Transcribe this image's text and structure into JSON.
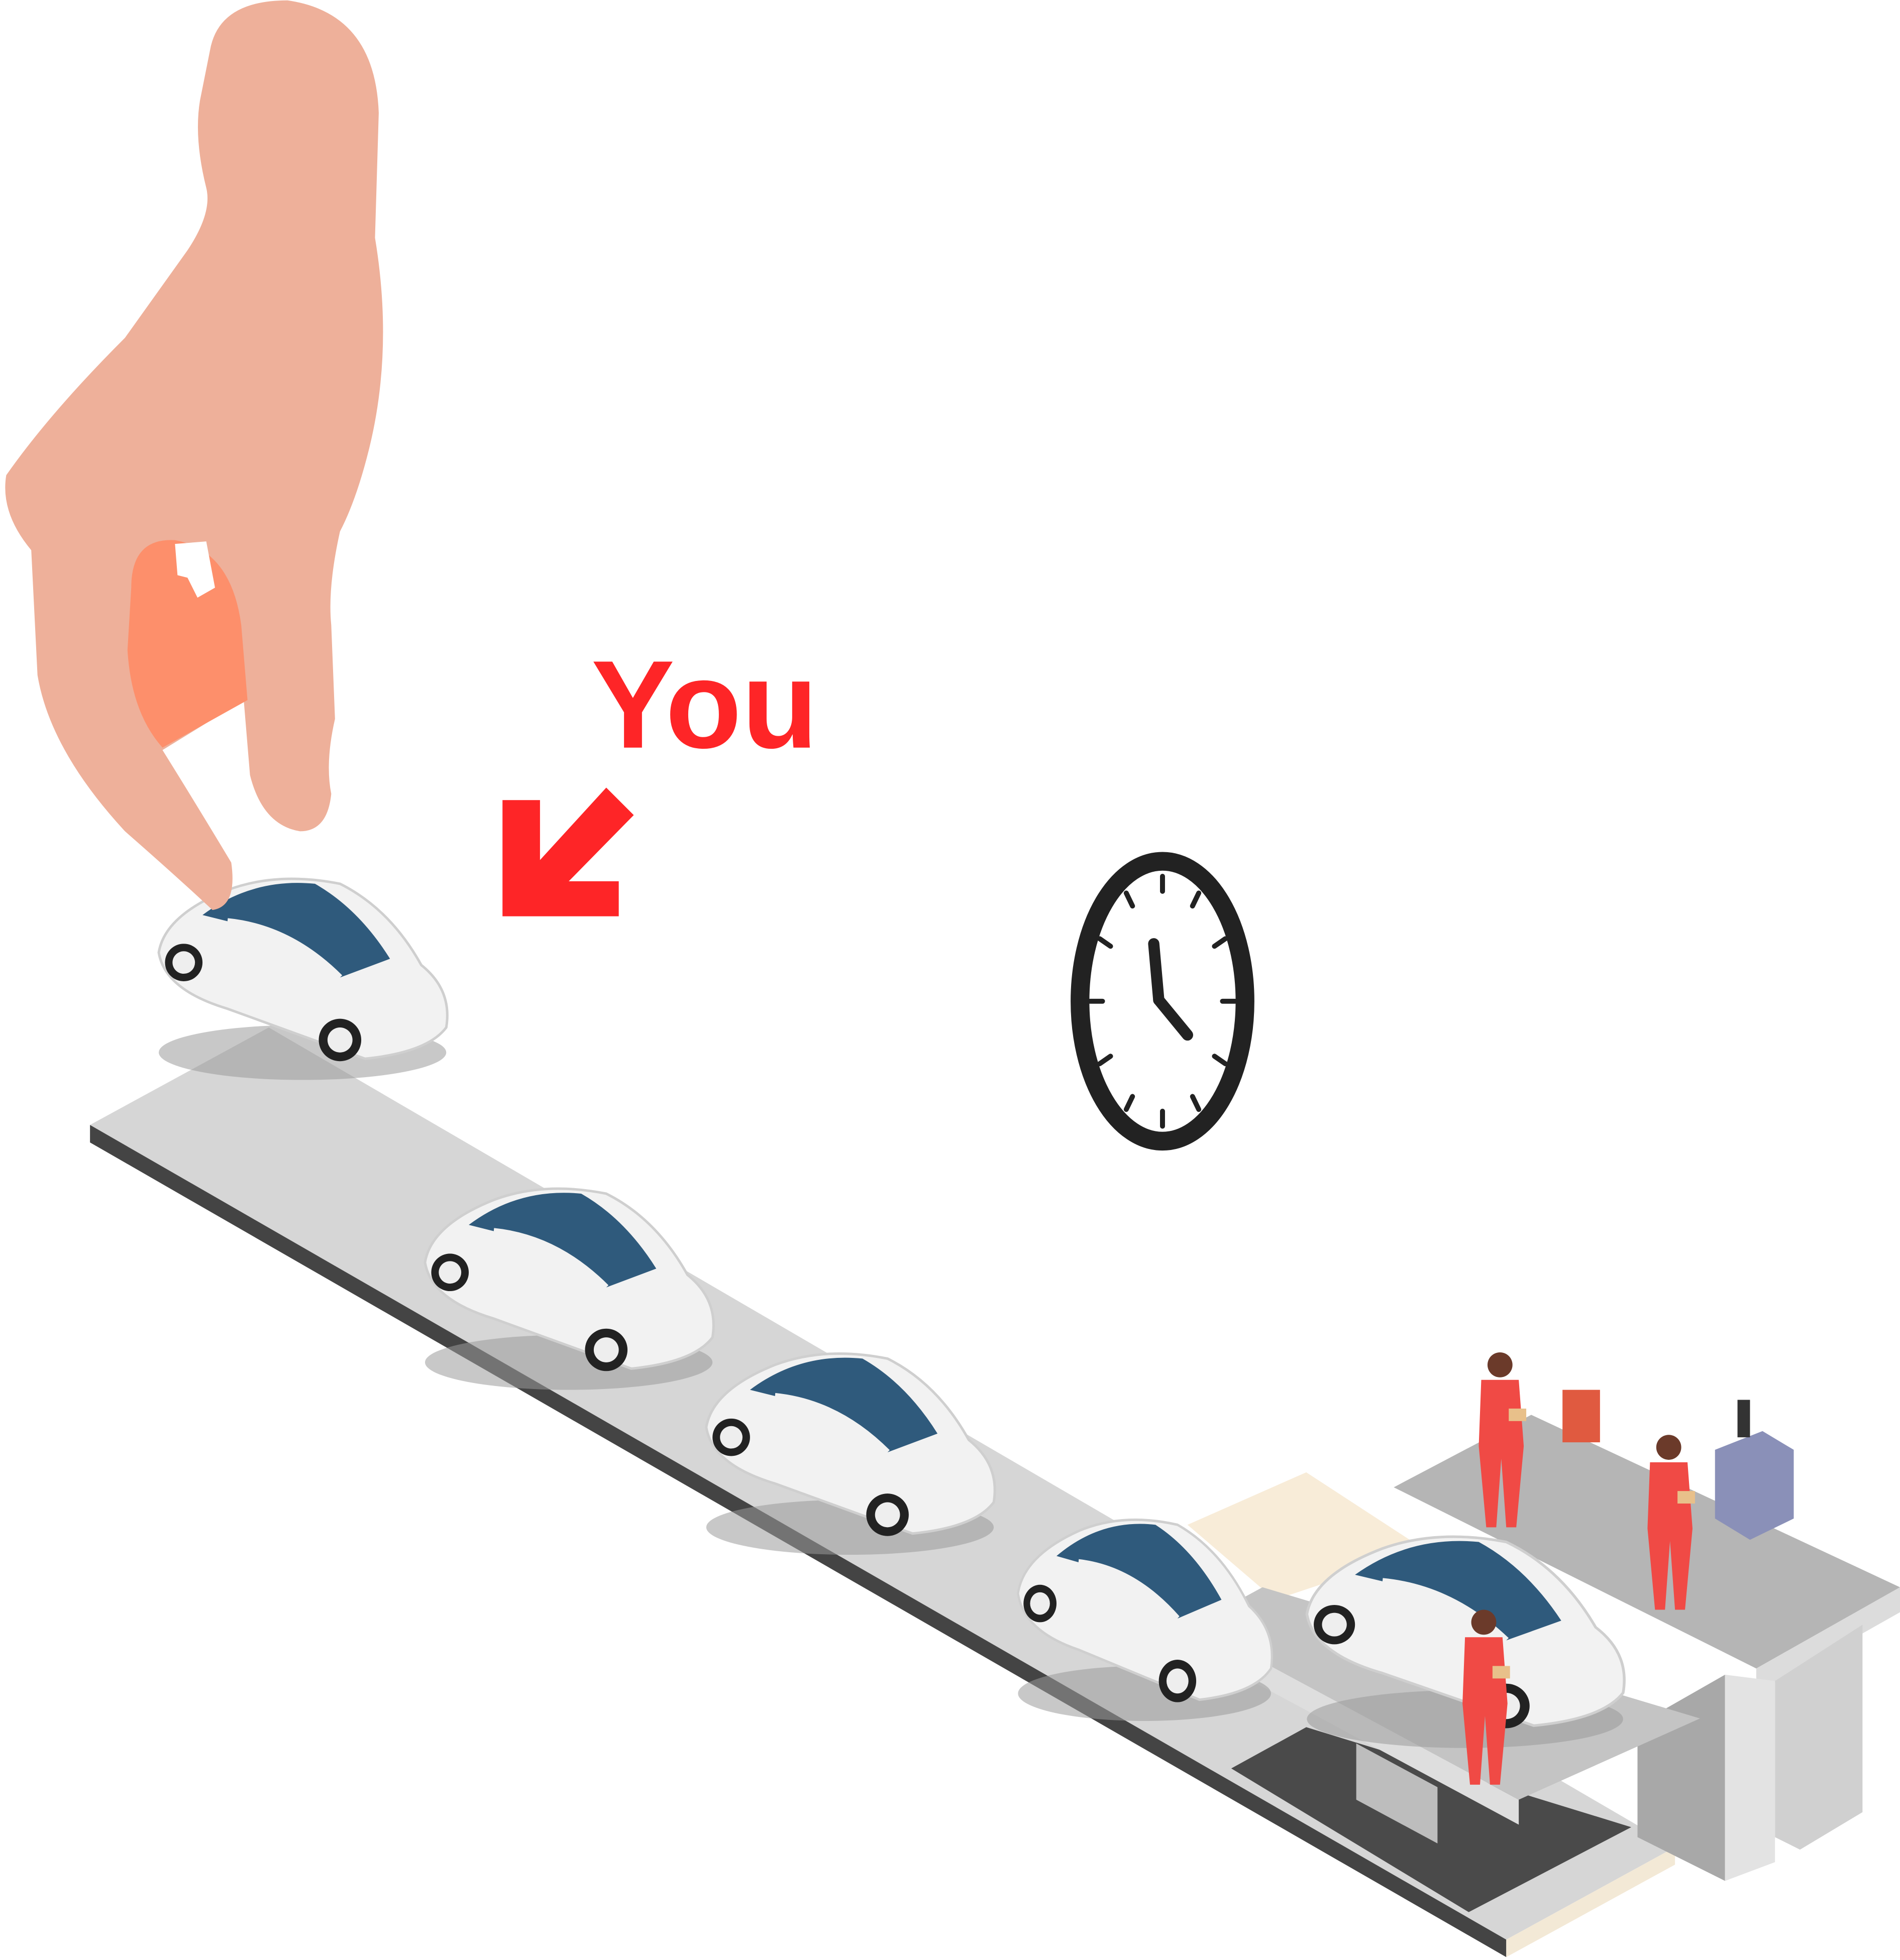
{
  "label": {
    "text": "You"
  },
  "colors": {
    "accent_red": "#fe2527",
    "skin": "#eeb09a",
    "nail": "#fd8f6b",
    "belt_top": "#d6d6d6",
    "belt_edge": "#444444",
    "car_body": "#f2f2f2",
    "car_glass": "#2f5a7c",
    "clock": "#222222",
    "worker": "#f04a45"
  },
  "icons": [
    "hand-icon",
    "arrow-down-left-icon",
    "clock-icon",
    "car-icon",
    "worker-icon",
    "toolbox-icon"
  ],
  "clock": {
    "hour": 5,
    "minute": 59
  }
}
